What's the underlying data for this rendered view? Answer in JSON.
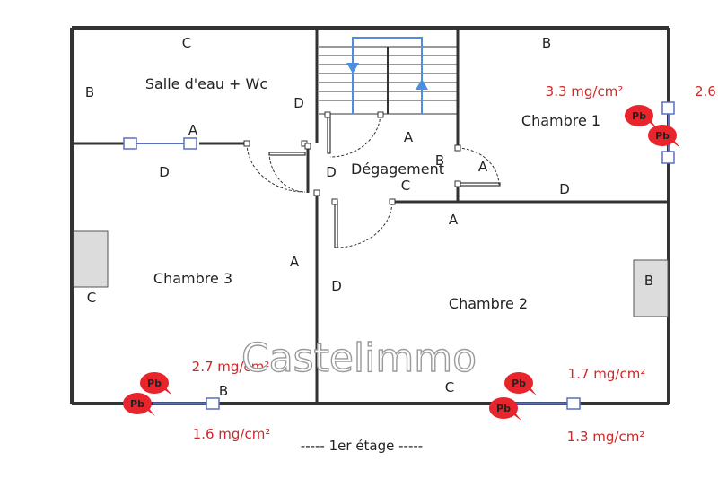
{
  "rooms": {
    "salle_deau": "Salle d'eau + Wc",
    "chambre_1": "Chambre 1",
    "chambre_2": "Chambre 2",
    "chambre_3": "Chambre 3",
    "degagement": "Dégagement"
  },
  "wall_letters": {
    "salle_top": "C",
    "salle_left": "B",
    "salle_right": "D",
    "salle_bottom": "A",
    "ch3_top": "D",
    "ch3_left": "C",
    "ch3_right": "A",
    "ch3_bottom": "B",
    "deg_top": "A",
    "deg_left": "D",
    "deg_right": "B",
    "deg_bottom": "C",
    "ch1_top": "B",
    "ch1_left": "A",
    "ch1_bottom": "D",
    "ch2_top": "A",
    "ch2_left": "D",
    "ch2_right": "B",
    "ch2_bottom": "C"
  },
  "measurements": {
    "ch1_a": "3.3 mg/cm²",
    "ch1_b": "2.6",
    "ch3_a": "2.7 mg/cm²",
    "ch3_b": "1.6 mg/cm²",
    "ch2_a": "1.7 mg/cm²",
    "ch2_b": "1.3 mg/cm²"
  },
  "pb_marker": "Pb",
  "watermark": "Castelimmo",
  "floor_label": "----- 1er étage -----",
  "colors": {
    "wall": "#333333",
    "lead_marker": "#e8242c",
    "measurement_text": "#cc2a2a",
    "stair_arrow": "#4a8fe0",
    "window": "#5a6fc0"
  }
}
